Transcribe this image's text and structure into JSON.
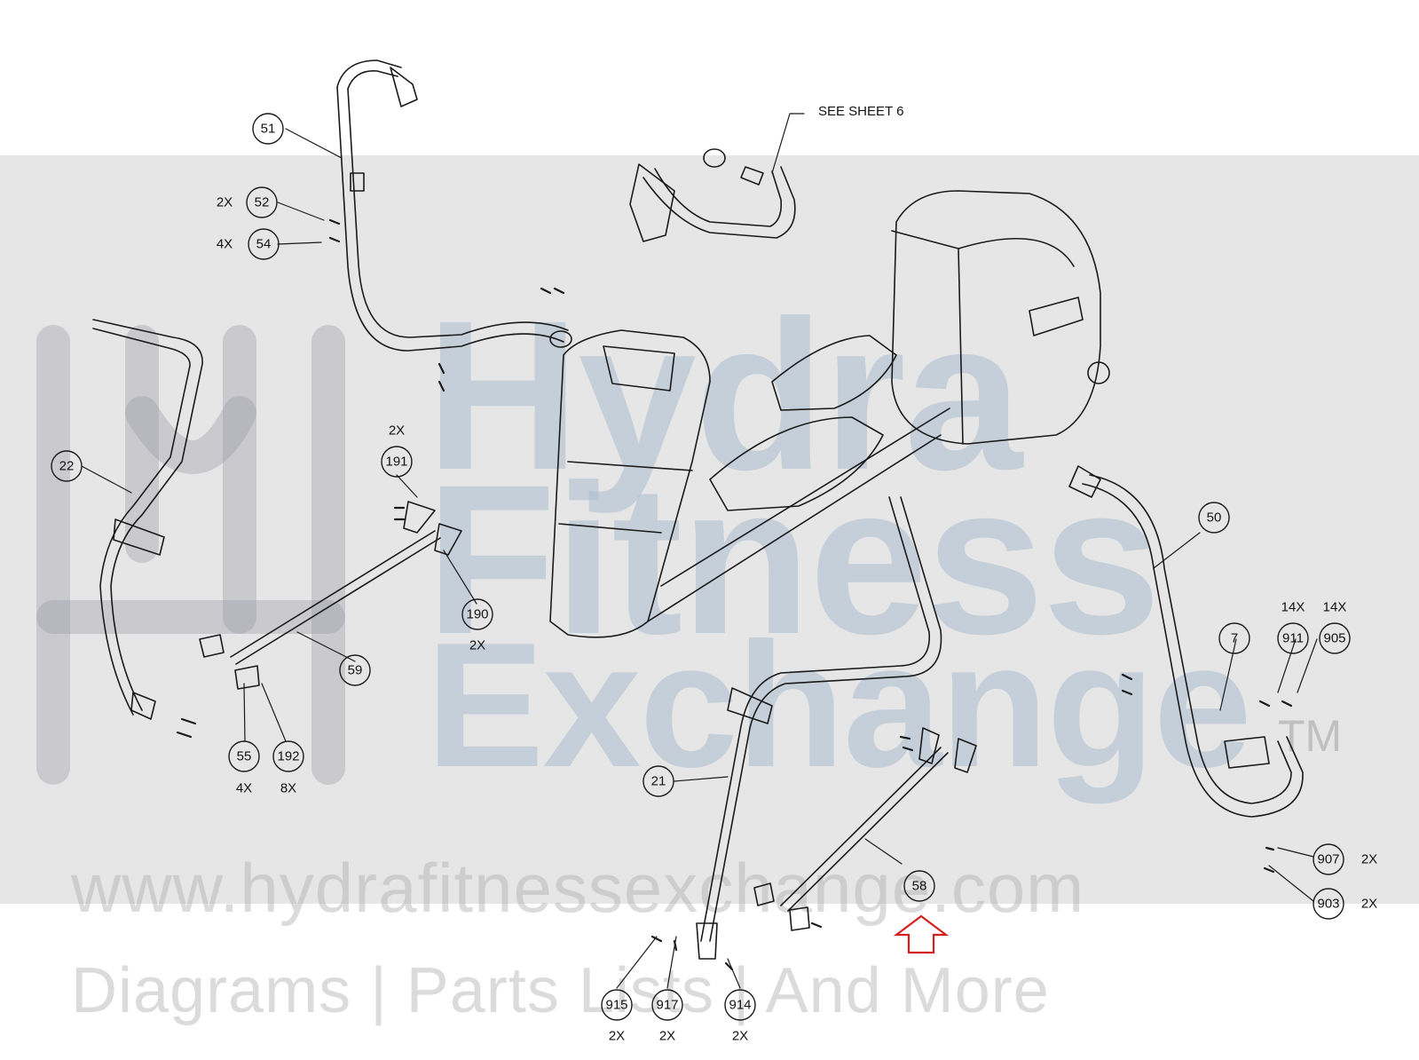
{
  "watermark": {
    "line1": "Hydra",
    "line2": "Fitness",
    "line3": "Exchange",
    "trademark": "TM",
    "url": "www.hydrafitnessexchange.com",
    "tagline": "Diagrams | Parts Lists | And More",
    "band_color": "#e6e6e6"
  },
  "note": "SEE SHEET 6",
  "callouts": [
    {
      "id": "51",
      "qty": ""
    },
    {
      "id": "52",
      "qty": "2X"
    },
    {
      "id": "54",
      "qty": "4X"
    },
    {
      "id": "22",
      "qty": ""
    },
    {
      "id": "191",
      "qty": "2X"
    },
    {
      "id": "190",
      "qty": "2X"
    },
    {
      "id": "59",
      "qty": ""
    },
    {
      "id": "55",
      "qty": "4X"
    },
    {
      "id": "192",
      "qty": "8X"
    },
    {
      "id": "21",
      "qty": ""
    },
    {
      "id": "58",
      "qty": ""
    },
    {
      "id": "915",
      "qty": "2X"
    },
    {
      "id": "917",
      "qty": "2X"
    },
    {
      "id": "914",
      "qty": "2X"
    },
    {
      "id": "50",
      "qty": ""
    },
    {
      "id": "7",
      "qty": ""
    },
    {
      "id": "911",
      "qty": "14X"
    },
    {
      "id": "905",
      "qty": "14X"
    },
    {
      "id": "907",
      "qty": "2X"
    },
    {
      "id": "903",
      "qty": "2X"
    }
  ],
  "highlight": {
    "target": "58",
    "arrow_color": "#d42020"
  }
}
